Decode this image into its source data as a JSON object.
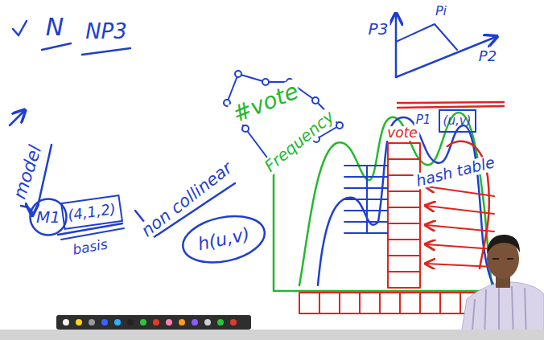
{
  "diagram": {
    "nodes": [
      {
        "text": [
          "M1"
        ]
      },
      {
        "text": [
          "(4,1,2)"
        ]
      },
      {
        "text": [
          "h(u,v)"
        ]
      },
      {
        "text": [
          "(u,v)"
        ]
      }
    ],
    "labels": [
      "N",
      "NP3",
      "model",
      "basis",
      "non collinear",
      "#vote",
      "Frequency",
      "P3",
      "Pi",
      "P2",
      "P1",
      "vote",
      "hash table"
    ]
  }
}
